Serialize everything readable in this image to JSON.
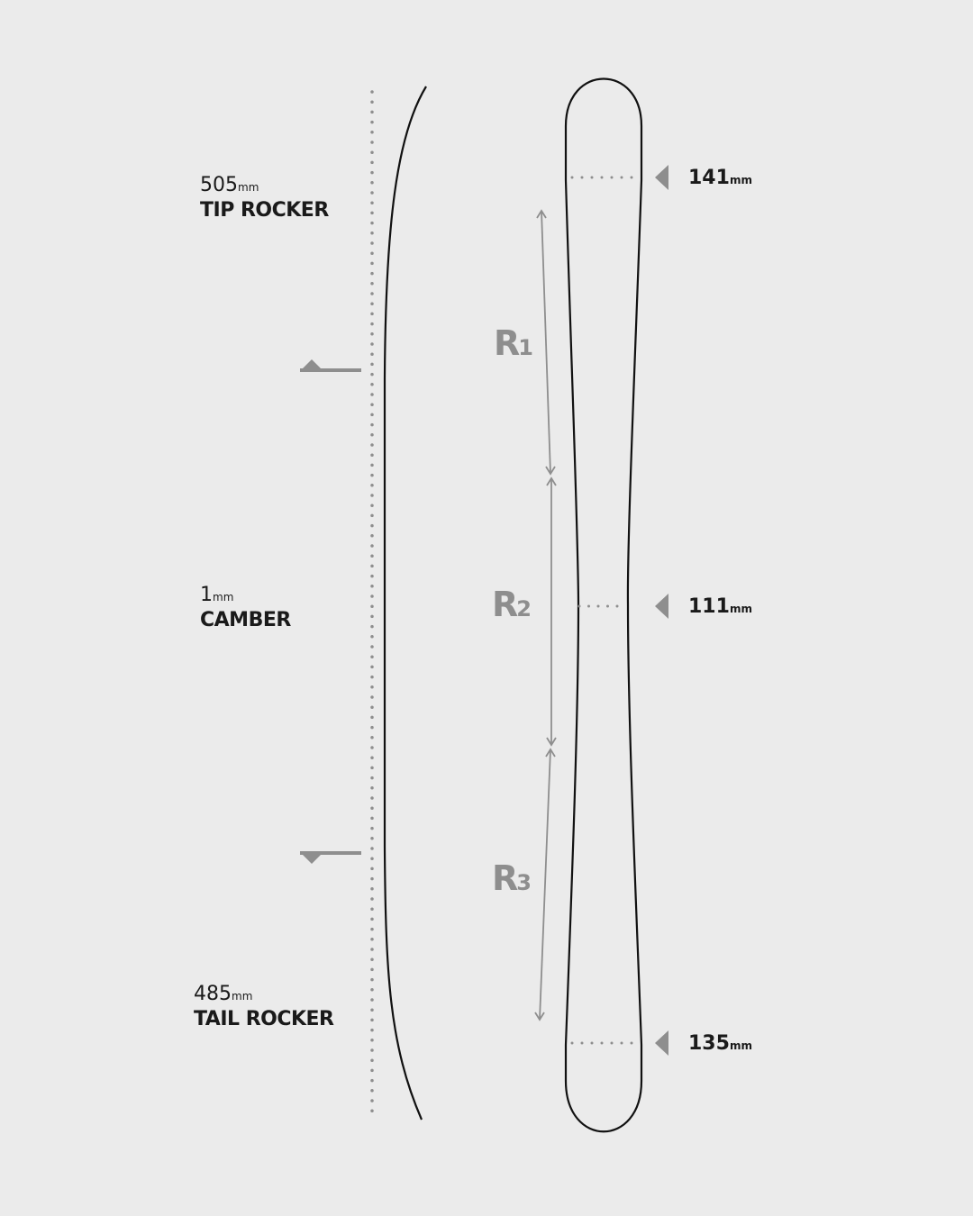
{
  "colors": {
    "background": "#ebebeb",
    "outline": "#111111",
    "accent_gray": "#8e8e8e",
    "text": "#1a1a1a"
  },
  "profile": {
    "tip_rocker": {
      "value": "505",
      "unit": "mm",
      "label": "TIP ROCKER"
    },
    "camber": {
      "value": "1",
      "unit": "mm",
      "label": "CAMBER"
    },
    "tail_rocker": {
      "value": "485",
      "unit": "mm",
      "label": "TAIL ROCKER"
    }
  },
  "sidecut": {
    "tip_width": {
      "value": "141",
      "unit": "mm"
    },
    "waist_width": {
      "value": "111",
      "unit": "mm"
    },
    "tail_width": {
      "value": "135",
      "unit": "mm"
    }
  },
  "radii": [
    {
      "letter": "R",
      "index": "1"
    },
    {
      "letter": "R",
      "index": "2"
    },
    {
      "letter": "R",
      "index": "3"
    }
  ]
}
